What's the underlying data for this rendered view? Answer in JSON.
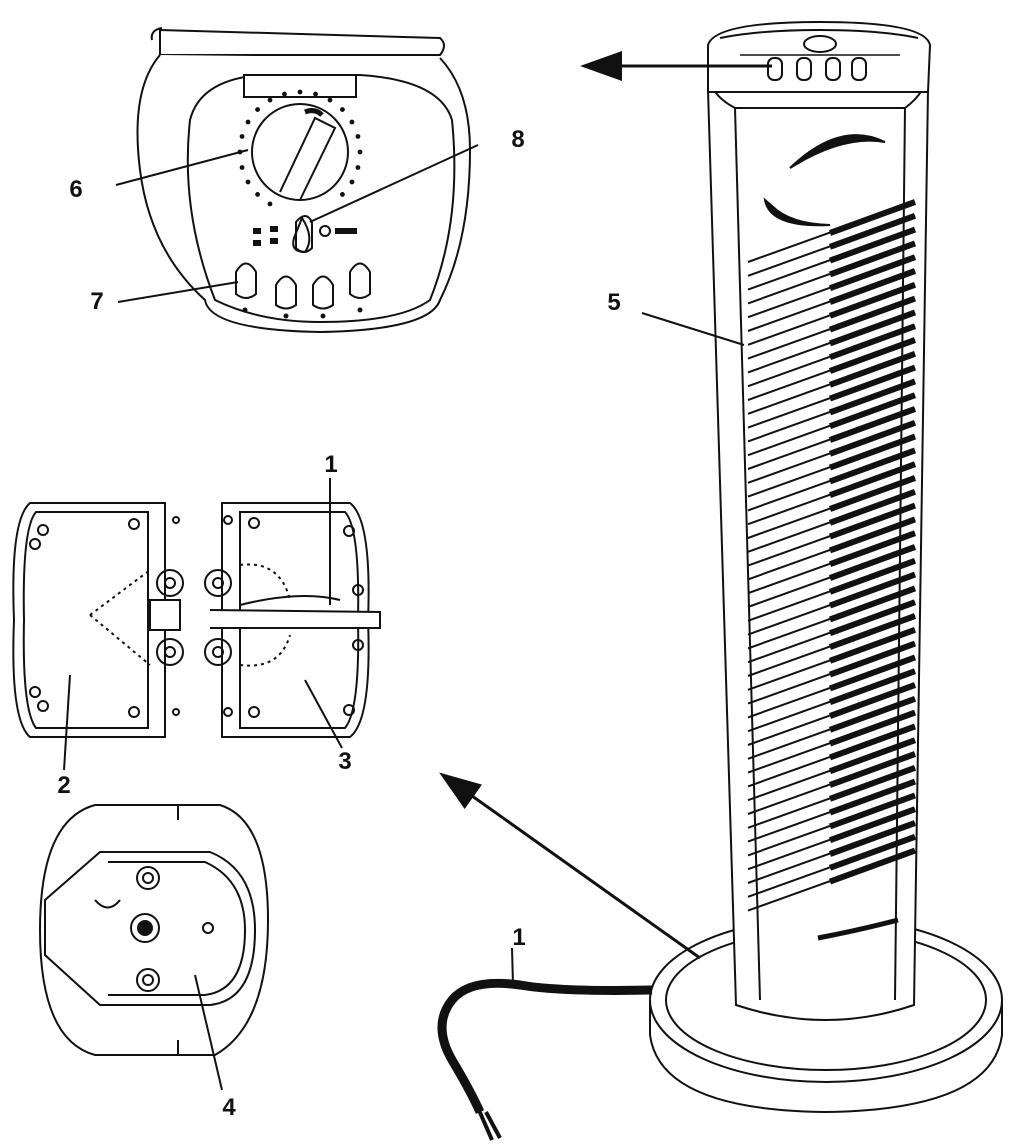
{
  "diagram": {
    "callouts": {
      "c1a": "1",
      "c1b": "1",
      "c2": "2",
      "c3": "3",
      "c4": "4",
      "c5": "5",
      "c6": "6",
      "c7": "7",
      "c8": "8"
    },
    "line_color": "#111111",
    "background": "#ffffff"
  }
}
